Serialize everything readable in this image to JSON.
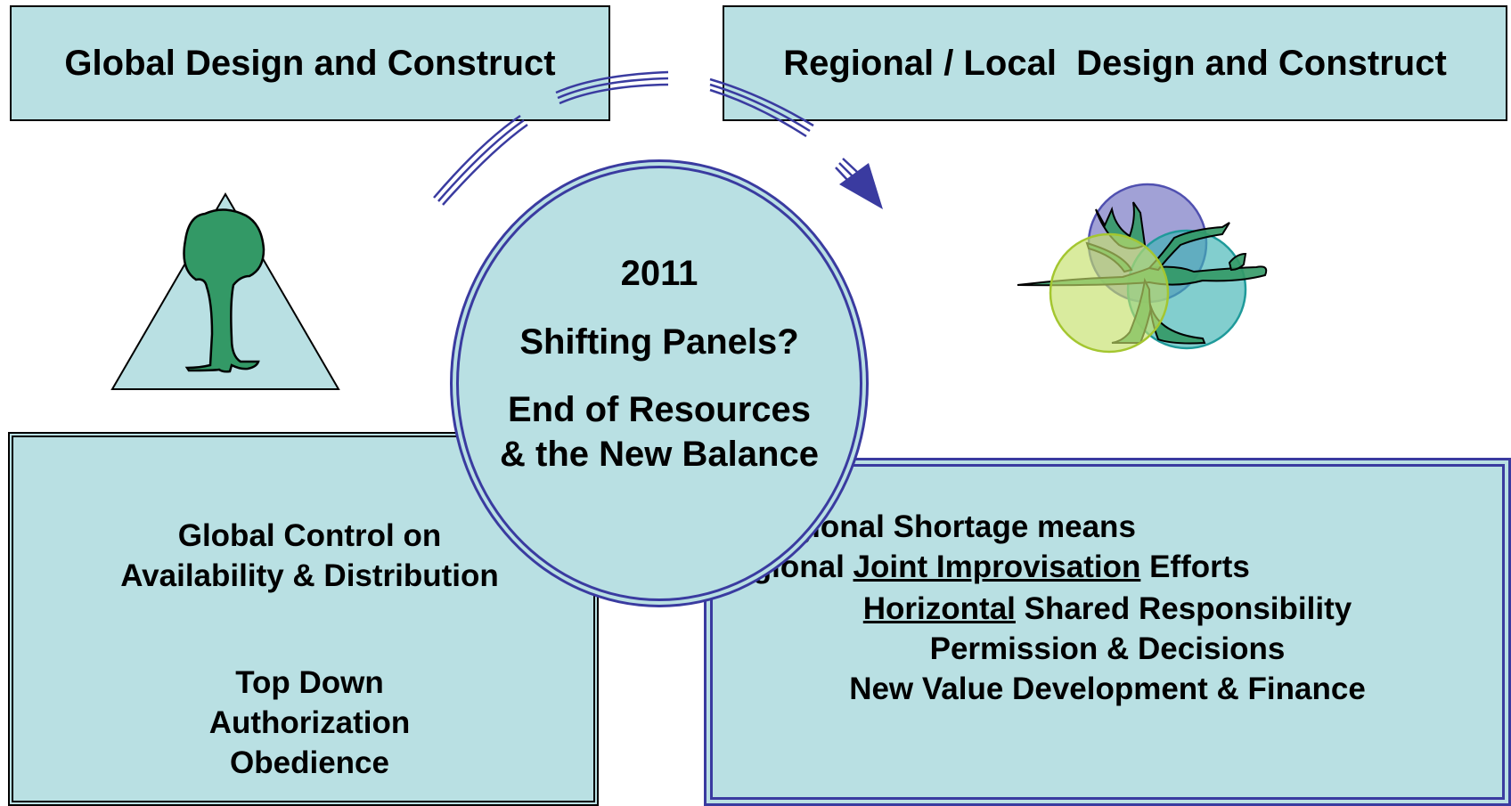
{
  "top_left": {
    "title": "Global Design and Construct"
  },
  "top_right": {
    "title": "Regional / Local  Design and Construct"
  },
  "center": {
    "year": "2011",
    "line1": "Shifting Panels?",
    "line2": "End of Resources",
    "line3": "& the New Balance"
  },
  "bottom_left": {
    "line1": "Global Control on",
    "line2": "Availability & Distribution",
    "line3": "Top Down",
    "line4": "Authorization",
    "line5": "Obedience"
  },
  "bottom_right": {
    "line1": "Regional Shortage means",
    "line2_pre": "Regional ",
    "line2_ul": "Joint Improvisation",
    "line2_post": " Efforts",
    "line3_ul": "Horizontal",
    "line3_post": " Shared Responsibility",
    "line4": "Permission & Decisions",
    "line5": "New Value Development & Finance"
  },
  "colors": {
    "panel_fill": "#b9e0e3",
    "accent_blue": "#3a3ba0",
    "tree_green": "#339966",
    "circle_purple": "#9999cc",
    "circle_teal": "#66c2c2",
    "circle_lime": "#c4e06a"
  },
  "icons": [
    "tree-in-triangle-icon",
    "overlapping-circles-tree-icon",
    "cycle-arrow"
  ]
}
